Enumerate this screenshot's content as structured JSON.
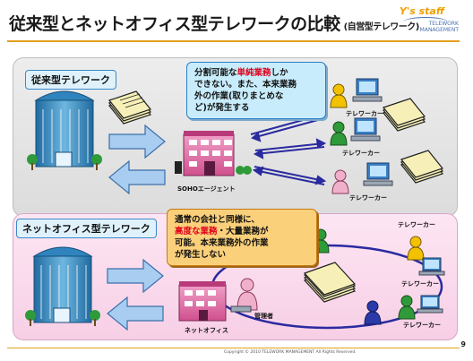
{
  "slide": {
    "title": "従来型とネットオフィス型テレワークの比較",
    "title_sub": "(自営型テレワーク)",
    "page_number": "9",
    "footer": "Copyright © 2010 TELEWORK MANAGEMENT All Rights Reserved."
  },
  "logo": {
    "mark": "Y's staff",
    "name_line1": "TELEWORK",
    "name_line2": "MANAGEMENT"
  },
  "conventional": {
    "heading": "従来型テレワーク",
    "bubble": {
      "line1_pre": "分割可能な",
      "line1_em": "単純業務",
      "line1_post": "しか",
      "line2": "できない。また、本来業務",
      "line3": "外の作業(取りまとめな",
      "line4": "ど)が発生する"
    },
    "agent_label": "SOHOエージェント",
    "teleworker_label": "テレワーカー"
  },
  "netoffice": {
    "heading": "ネットオフィス型テレワーク",
    "bubble": {
      "line1": "通常の会社と同様に、",
      "line2_em": "高度な業務",
      "line2_post": "・大量業務が",
      "line3": "可能。本来業務外の作業",
      "line4": "が発生しない"
    },
    "office_label": "ネットオフィス",
    "manager_label": "管理者",
    "teleworker_label": "テレワーカー"
  },
  "colors": {
    "accent": "#e3a020",
    "bubble_blue": "#c8ecfb",
    "bubble_orange": "#fbd07a",
    "arrow_blue": "#7fb0e0",
    "panel_pink": "#f7cfe6"
  }
}
